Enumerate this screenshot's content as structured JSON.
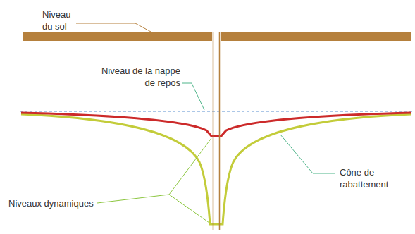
{
  "diagram": {
    "labels": [
      "Niveau du sol",
      "Niveau de la nappe de repos",
      "Niveaux dynamiques",
      "Cône de rabattement"
    ]
  }
}
